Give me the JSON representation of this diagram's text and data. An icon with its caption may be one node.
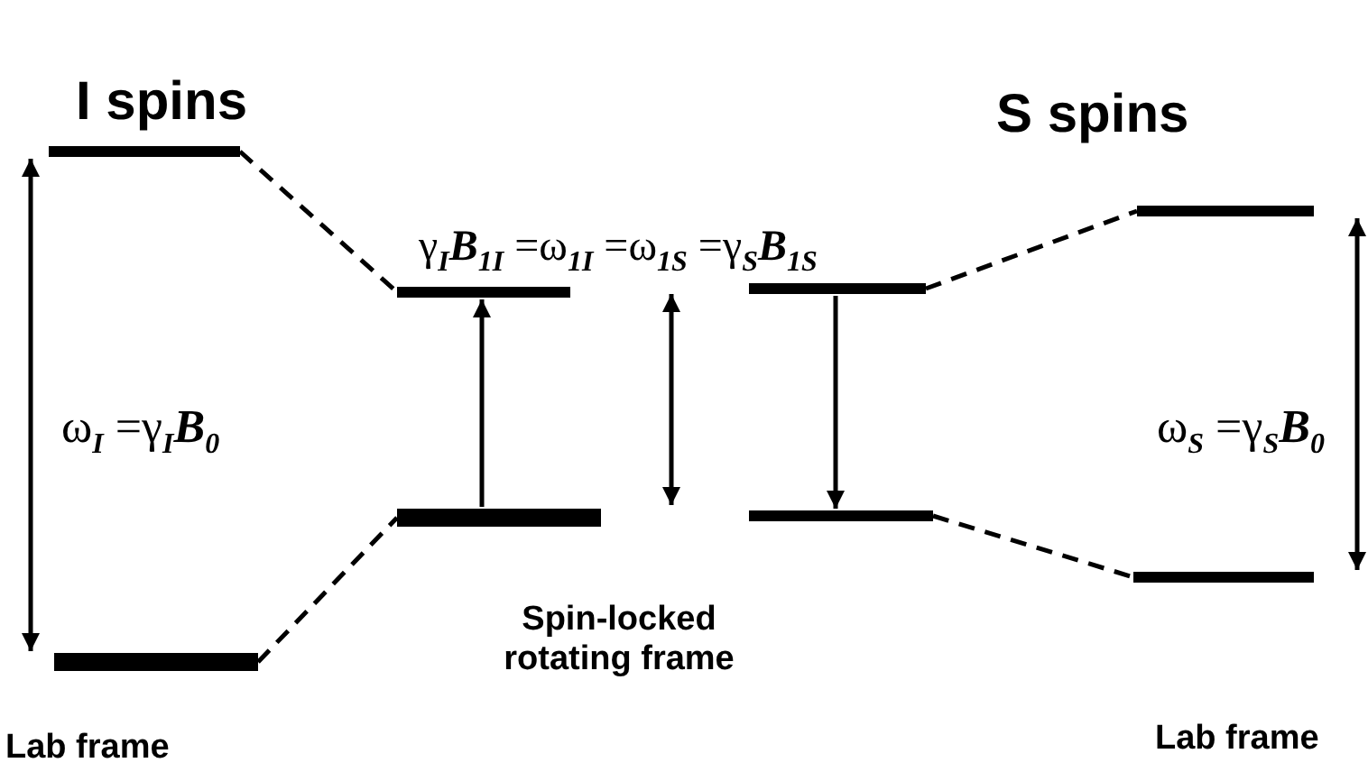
{
  "diagram": {
    "nodes": [
      {
        "text": [],
        "shape": "bar"
      },
      {
        "text": [],
        "shape": "bar"
      },
      {
        "text": [],
        "shape": "bar"
      },
      {
        "text": [],
        "shape": "bar"
      },
      {
        "text": [],
        "shape": "bar"
      },
      {
        "text": [],
        "shape": "bar"
      },
      {
        "text": [],
        "shape": "bar"
      },
      {
        "text": [],
        "shape": "bar"
      }
    ],
    "edges": [
      {
        "from": 0,
        "to": 1,
        "arrow": "both"
      },
      {
        "from": 0,
        "to": 2,
        "arrow": "none",
        "style": "dashed"
      },
      {
        "from": 1,
        "to": 3,
        "arrow": "none",
        "style": "dashed"
      },
      {
        "from": 3,
        "to": 2,
        "arrow": "to"
      },
      {
        "from": 4,
        "to": 5,
        "arrow": "to"
      },
      {
        "from": 4,
        "to": 6,
        "arrow": "none",
        "style": "dashed"
      },
      {
        "from": 5,
        "to": 7,
        "arrow": "none",
        "style": "dashed"
      },
      {
        "from": 6,
        "to": 7,
        "arrow": "both"
      }
    ],
    "labels": [
      "I spins",
      "S spins",
      "γ$_{I}$**B**$_{1I}$ =ω$_{1I}$ =ω$_{1S}$ =γ$_{S}$**B**$_{1S}$",
      "ω$_{I}$ =γ$_{I}$**B**$_{0}$",
      "ω$_{S}$ =γ$_{S}$**B**$_{0}$",
      "Spin-locked rotating frame",
      "Lab frame",
      "Lab frame"
    ]
  }
}
